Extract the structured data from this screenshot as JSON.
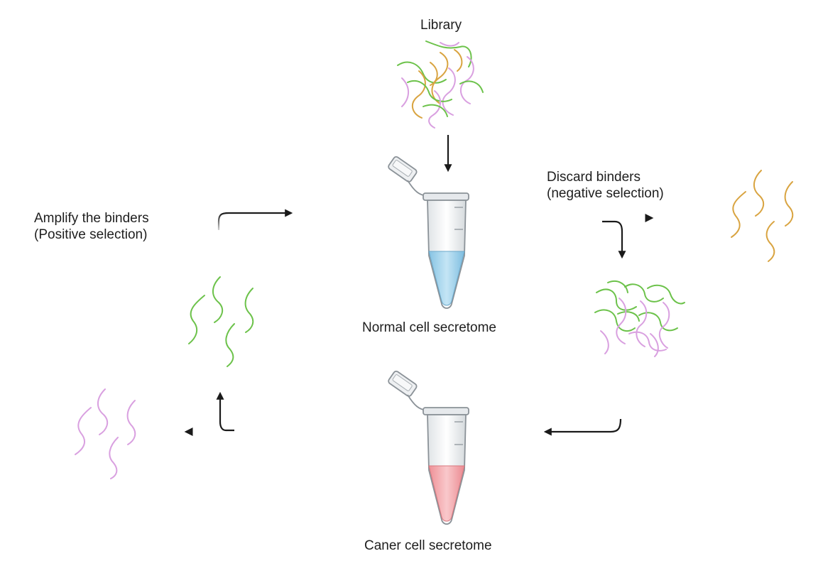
{
  "labels": {
    "library": "Library",
    "discard_line1": "Discard binders",
    "discard_line2": "(negative selection)",
    "amplify_line1": "Amplify the binders",
    "amplify_line2": "(Positive selection)",
    "normal_tube": "Normal cell secretome",
    "cancer_tube": "Caner cell secretome"
  },
  "colors": {
    "green_strand": "#6cc24a",
    "pink_strand": "#d9a0e0",
    "orange_strand": "#d9a441",
    "normal_fluid": "#a7d6ee",
    "cancer_fluid": "#f2a9ad",
    "arrow": "#1a1a1a"
  }
}
